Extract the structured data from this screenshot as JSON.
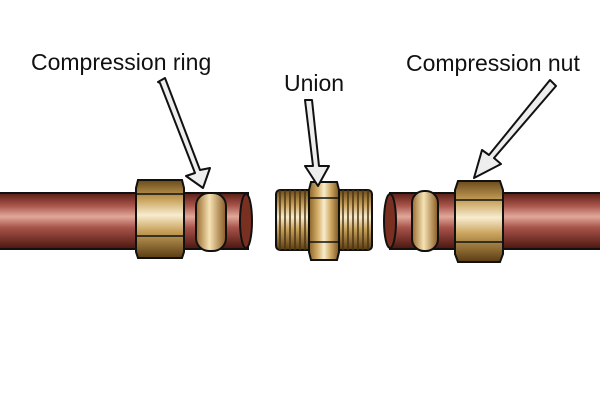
{
  "labels": {
    "compression_ring": "Compression ring",
    "union": "Union",
    "compression_nut": "Compression nut"
  },
  "colors": {
    "copper_dark": "#5a1e14",
    "copper_mid": "#a8534a",
    "copper_light": "#e0a89a",
    "brass_dark": "#6b4a1a",
    "brass_mid": "#c9a35c",
    "brass_light": "#f7eccf",
    "arrow_fill": "#eeeeee",
    "outline": "#111111"
  }
}
